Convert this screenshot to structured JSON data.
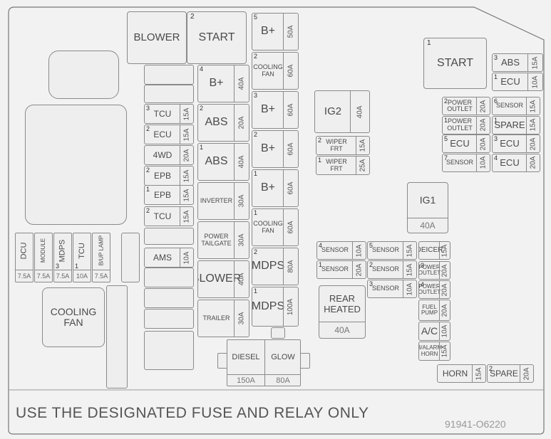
{
  "relays": {
    "blower": "BLOWER",
    "start_top": {
      "num": "2",
      "label": "START"
    },
    "start_right": {
      "num": "1",
      "label": "START"
    },
    "ig2": {
      "label": "IG2",
      "amp": "40A"
    },
    "ig1": {
      "label": "IG1",
      "amp": "40A"
    },
    "rear_heated": {
      "label": "REAR\nHEATED",
      "amp": "40A"
    },
    "cooling_fan": "COOLING\nFAN"
  },
  "col_left": [
    {
      "num": "3",
      "label": "TCU",
      "amp": "15A"
    },
    {
      "num": "2",
      "label": "ECU",
      "amp": "15A"
    },
    {
      "num": "",
      "label": "4WD",
      "amp": "20A"
    },
    {
      "num": "2",
      "label": "EPB",
      "amp": "15A"
    },
    {
      "num": "1",
      "label": "EPB",
      "amp": "15A"
    },
    {
      "num": "2",
      "label": "TCU",
      "amp": "15A"
    },
    {
      "num": "",
      "label": "AMS",
      "amp": "10A"
    }
  ],
  "col_mid": [
    {
      "num": "4",
      "label": "B+",
      "amp": "40A"
    },
    {
      "num": "2",
      "label": "ABS",
      "amp": "20A"
    },
    {
      "num": "1",
      "label": "ABS",
      "amp": "40A"
    },
    {
      "num": "",
      "label": "INVERTER",
      "amp": "30A"
    },
    {
      "num": "",
      "label": "POWER\nTAILGATE",
      "amp": "30A"
    },
    {
      "num": "",
      "label": "BLOWER",
      "amp": "40A"
    },
    {
      "num": "",
      "label": "TRAILER",
      "amp": "30A"
    }
  ],
  "col_big": [
    {
      "num": "5",
      "label": "B+",
      "amp": "50A"
    },
    {
      "num": "2",
      "label": "COOLING\nFAN",
      "amp": "60A"
    },
    {
      "num": "3",
      "label": "B+",
      "amp": "60A"
    },
    {
      "num": "2",
      "label": "B+",
      "amp": "60A"
    },
    {
      "num": "1",
      "label": "B+",
      "amp": "60A"
    },
    {
      "num": "1",
      "label": "COOLING\nFAN",
      "amp": "60A"
    },
    {
      "num": "2",
      "label": "MDPS",
      "amp": "80A"
    },
    {
      "num": "1",
      "label": "MDPS",
      "amp": "100A"
    }
  ],
  "wiper": [
    {
      "num": "2",
      "label": "WIPER\nFRT",
      "amp": "15A"
    },
    {
      "num": "1",
      "label": "WIPER\nFRT",
      "amp": "25A"
    }
  ],
  "right_top": [
    {
      "num": "3",
      "label": "ABS",
      "amp": "15A"
    },
    {
      "num": "1",
      "label": "ECU",
      "amp": "10A"
    }
  ],
  "right_grid": [
    [
      {
        "num": "2",
        "label": "POWER\nOUTLET",
        "amp": "20A"
      },
      {
        "num": "6",
        "label": "SENSOR",
        "amp": "15A"
      }
    ],
    [
      {
        "num": "1",
        "label": "POWER\nOUTLET",
        "amp": "20A"
      },
      {
        "num": "1",
        "label": "SPARE",
        "amp": "15A"
      }
    ],
    [
      {
        "num": "5",
        "label": "ECU",
        "amp": "20A"
      },
      {
        "num": "3",
        "label": "ECU",
        "amp": "20A"
      }
    ],
    [
      {
        "num": "7",
        "label": "SENSOR",
        "amp": "10A"
      },
      {
        "num": "4",
        "label": "ECU",
        "amp": "20A"
      }
    ]
  ],
  "sensors": [
    [
      {
        "num": "4",
        "label": "SENSOR",
        "amp": "10A"
      },
      {
        "num": "5",
        "label": "SENSOR",
        "amp": "15A"
      }
    ],
    [
      {
        "num": "1",
        "label": "SENSOR",
        "amp": "20A"
      },
      {
        "num": "2",
        "label": "SENSOR",
        "amp": "15A"
      }
    ],
    [
      {
        "num": "",
        "label": "",
        "amp": ""
      },
      {
        "num": "3",
        "label": "SENSOR",
        "amp": "10A"
      }
    ]
  ],
  "col_misc": [
    {
      "num": "",
      "label": "DEICER",
      "amp": "15A"
    },
    {
      "num": "3",
      "label": "POWER\nOUTLET",
      "amp": "20A"
    },
    {
      "num": "4",
      "label": "POWER\nOUTLET",
      "amp": "20A"
    },
    {
      "num": "",
      "label": "FUEL\nPUMP",
      "amp": "20A"
    },
    {
      "num": "",
      "label": "A/C",
      "amp": "10A"
    },
    {
      "num": "",
      "label": "B/ALARM\nHORN",
      "amp": "15A"
    }
  ],
  "bottom_right": [
    {
      "num": "",
      "label": "HORN",
      "amp": "15A"
    },
    {
      "num": "2",
      "label": "SPARE",
      "amp": "20A"
    }
  ],
  "vertical_fuses": [
    {
      "num": "",
      "label": "DCU",
      "amp": "7.5A"
    },
    {
      "num": "",
      "label": "MODULE",
      "amp": "7.5A"
    },
    {
      "num": "3",
      "label": "MDPS",
      "amp": "7.5A"
    },
    {
      "num": "1",
      "label": "TCU",
      "amp": "10A"
    },
    {
      "num": "",
      "label": "B/UP LAMP",
      "amp": "7.5A"
    }
  ],
  "diesel_glow": {
    "left": "DIESEL",
    "right": "GLOW",
    "left_amp": "150A",
    "right_amp": "80A"
  },
  "footer": {
    "note": "USE THE DESIGNATED FUSE AND RELAY ONLY",
    "code": "91941-O6220"
  }
}
